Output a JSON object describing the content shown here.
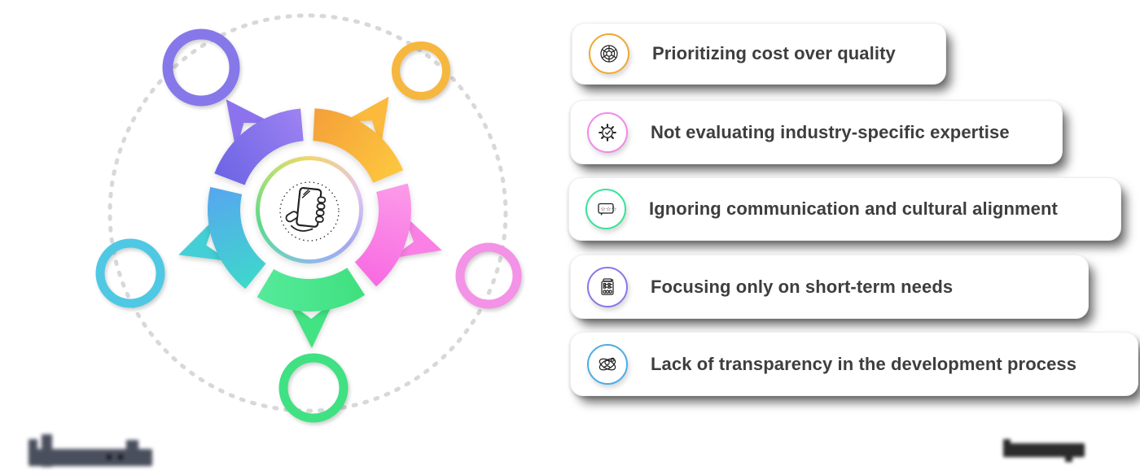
{
  "page": {
    "background_color": "#ffffff"
  },
  "diagram": {
    "name": "hiring-mistakes-cycle",
    "center_icon": "hand-holding-phone-icon",
    "outer_dashed_ring_color": "#d8d8d8",
    "center_ring_gradient": [
      "#f2d56b",
      "#d9c0f0",
      "#97a6ec",
      "#6fd0c0",
      "#5cd98b",
      "#b9e06e"
    ],
    "satellites": [
      {
        "position": "top-left",
        "color": "#8678e9"
      },
      {
        "position": "top-right",
        "color": "#f6b73e"
      },
      {
        "position": "right",
        "color": "#f392e6"
      },
      {
        "position": "bottom",
        "color": "#40e182"
      },
      {
        "position": "left",
        "color": "#4fc8e4"
      }
    ],
    "segments": [
      {
        "position": "top-right",
        "colors": [
          "#f49f39",
          "#fdc83e"
        ],
        "arrow_color": "#fbba3c"
      },
      {
        "position": "right",
        "colors": [
          "#fc9ce9",
          "#f869e2"
        ],
        "arrow_color": "#fa80e5"
      },
      {
        "position": "bottom",
        "colors": [
          "#3fe07f",
          "#55ea9b"
        ],
        "arrow_color": "#42e383"
      },
      {
        "position": "left",
        "colors": [
          "#57a6f0",
          "#3ed8cb"
        ],
        "arrow_color": "#44cfd6"
      },
      {
        "position": "top-left",
        "colors": [
          "#9d82f2",
          "#6d64e4"
        ],
        "arrow_color": "#8d72ee"
      }
    ]
  },
  "cards": [
    {
      "label": "Prioritizing cost over quality",
      "icon": "cost-wheel-icon",
      "accent_color": "#f0a832"
    },
    {
      "label": "Not evaluating industry-specific expertise",
      "icon": "gear-check-icon",
      "accent_color": "#f08ae8"
    },
    {
      "label": "Ignoring communication and cultural alignment",
      "icon": "chat-stars-icon",
      "accent_color": "#38e39a"
    },
    {
      "label": "Focusing only on short-term needs",
      "icon": "clipboard-checklist-icon",
      "accent_color": "#8878e8"
    },
    {
      "label": "Lack of transparency in the development process",
      "icon": "person-orbit-icon",
      "accent_color": "#4aade6"
    }
  ],
  "watermarks": {
    "bottom_left": "blurred-logo",
    "bottom_right": "blurred-text"
  }
}
